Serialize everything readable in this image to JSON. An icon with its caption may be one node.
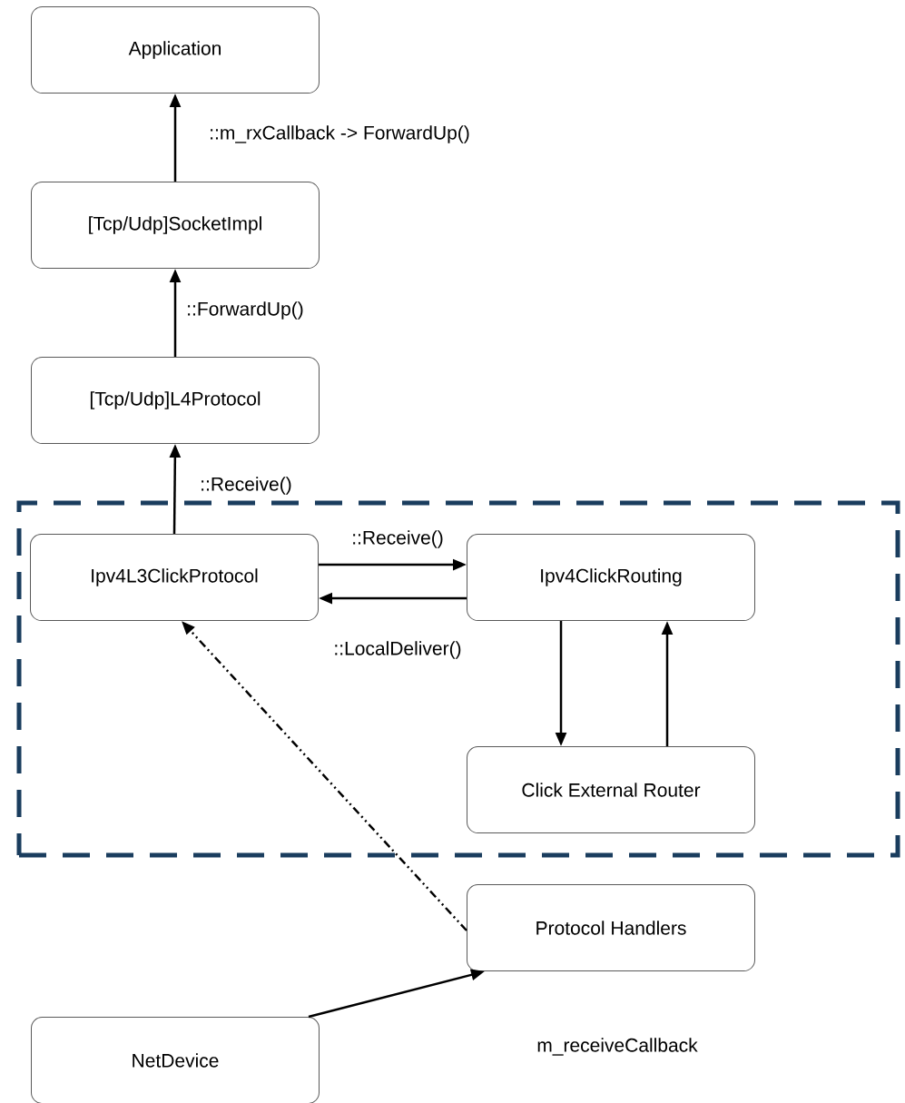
{
  "diagram": {
    "nodes": [
      {
        "text": [
          "Application"
        ]
      },
      {
        "text": [
          "[Tcp/Udp]SocketImpl"
        ]
      },
      {
        "text": [
          "[Tcp/Udp]L4Protocol"
        ]
      },
      {
        "text": [],
        "shape": "box"
      },
      {
        "text": [
          "Ipv4L3ClickProtocol"
        ],
        "in": 3
      },
      {
        "text": [
          "Ipv4ClickRouting"
        ],
        "in": 3
      },
      {
        "text": [
          "Click External Router"
        ],
        "in": 3
      },
      {
        "text": [
          "Protocol Handlers"
        ]
      },
      {
        "text": [
          "NetDevice"
        ]
      }
    ],
    "edges": [
      {
        "from": 1,
        "to": 0,
        "arrow": "to",
        "label": "::m_rxCallback -> ForwardUp()"
      },
      {
        "from": 2,
        "to": 1,
        "arrow": "to",
        "label": "::ForwardUp()"
      },
      {
        "from": 4,
        "to": 2,
        "arrow": "to",
        "label": "::Receive()"
      },
      {
        "from": 4,
        "to": 5,
        "arrow": "to",
        "label": "::Receive()"
      },
      {
        "from": 5,
        "to": 4,
        "arrow": "to",
        "label": "::LocalDeliver()"
      },
      {
        "from": 5,
        "to": 6,
        "arrow": "to"
      },
      {
        "from": 6,
        "to": 5,
        "arrow": "to"
      },
      {
        "from": 7,
        "to": 4,
        "arrow": "to",
        "style": "dashed"
      },
      {
        "from": 8,
        "to": 7,
        "arrow": "to"
      }
    ],
    "labels": [
      "m_receiveCallback"
    ]
  }
}
